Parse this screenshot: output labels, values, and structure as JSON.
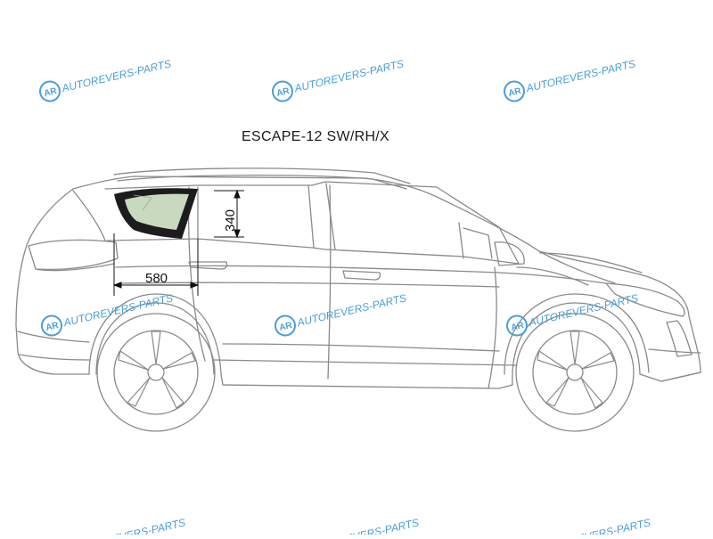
{
  "title": "ESCAPE-12 SW/RH/X",
  "dimensions": {
    "width_label": "580",
    "height_label": "340"
  },
  "watermark": {
    "badge": "AR",
    "text": "AUTOREVERS-PARTS",
    "color": "#4a9fd8"
  },
  "colors": {
    "outline": "#8a8a8a",
    "glass_highlight": "#c9d9c0",
    "glass_frame": "#1c1c1c"
  }
}
